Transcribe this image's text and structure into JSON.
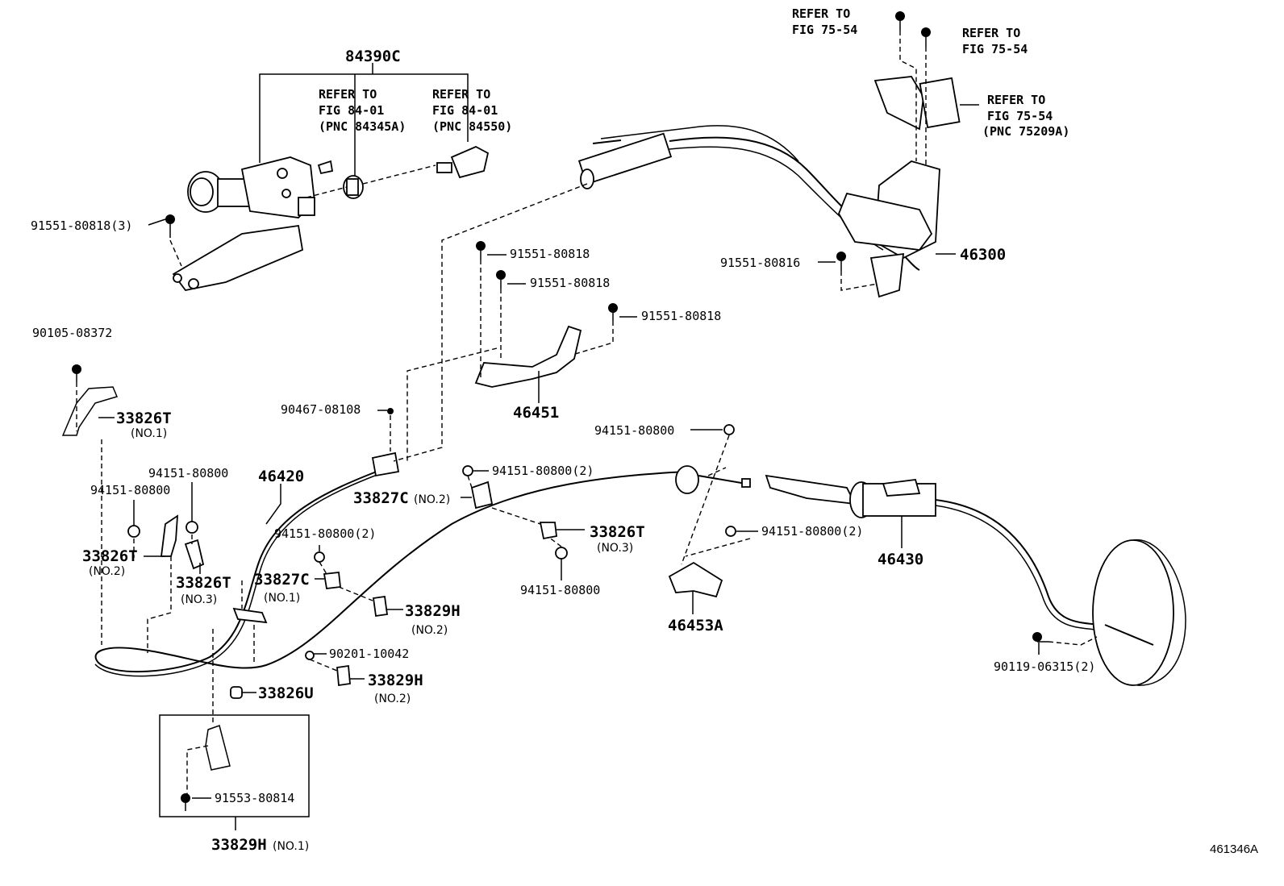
{
  "refs": {
    "r1": [
      "REFER TO",
      "FIG 75-54"
    ],
    "r2": [
      "REFER TO",
      "FIG 75-54"
    ],
    "r3": [
      "REFER TO",
      "FIG 75-54",
      "(PNC 75209A)"
    ],
    "r4": [
      "REFER TO",
      "FIG 84-01",
      "(PNC 84345A)"
    ],
    "r5": [
      "REFER TO",
      "FIG 84-01",
      "(PNC 84550)"
    ]
  },
  "parts": {
    "p84390C": "84390C",
    "p46300": "46300",
    "p46451": "46451",
    "p46420": "46420",
    "p46430": "46430",
    "p46453A": "46453A",
    "p33826T_1": "33826T",
    "p33826T_1_sub": "(NO.1)",
    "p33826T_2": "33826T",
    "p33826T_2_sub": "(NO.2)",
    "p33826T_3a": "33826T",
    "p33826T_3a_sub": "(NO.3)",
    "p33826T_3b": "33826T",
    "p33826T_3b_sub": "(NO.3)",
    "p33827C_2": "33827C",
    "p33827C_2_sub": "(NO.2)",
    "p33827C_1": "33827C",
    "p33827C_1_sub": "(NO.1)",
    "p33829H_2a": "33829H",
    "p33829H_2a_sub": "(NO.2)",
    "p33829H_2b": "33829H",
    "p33829H_2b_sub": "(NO.2)",
    "p33829H_1": "33829H",
    "p33829H_1_sub": "(NO.1)",
    "p33826U": "33826U"
  },
  "fasteners": {
    "f1": "91551-80818(3)",
    "f2": "91551-80818",
    "f3": "91551-80818",
    "f4": "91551-80818",
    "f5": "91551-80816",
    "f6": "90105-08372",
    "f7": "90467-08108",
    "f8": "94151-80800",
    "f9": "94151-80800",
    "f10": "94151-80800",
    "f11": "94151-80800(2)",
    "f12": "94151-80800(2)",
    "f13": "94151-80800",
    "f14": "94151-80800(2)",
    "f15": "90201-10042",
    "f16": "91553-80814",
    "f17": "90119-06315(2)"
  },
  "diagram_id": "461346A"
}
